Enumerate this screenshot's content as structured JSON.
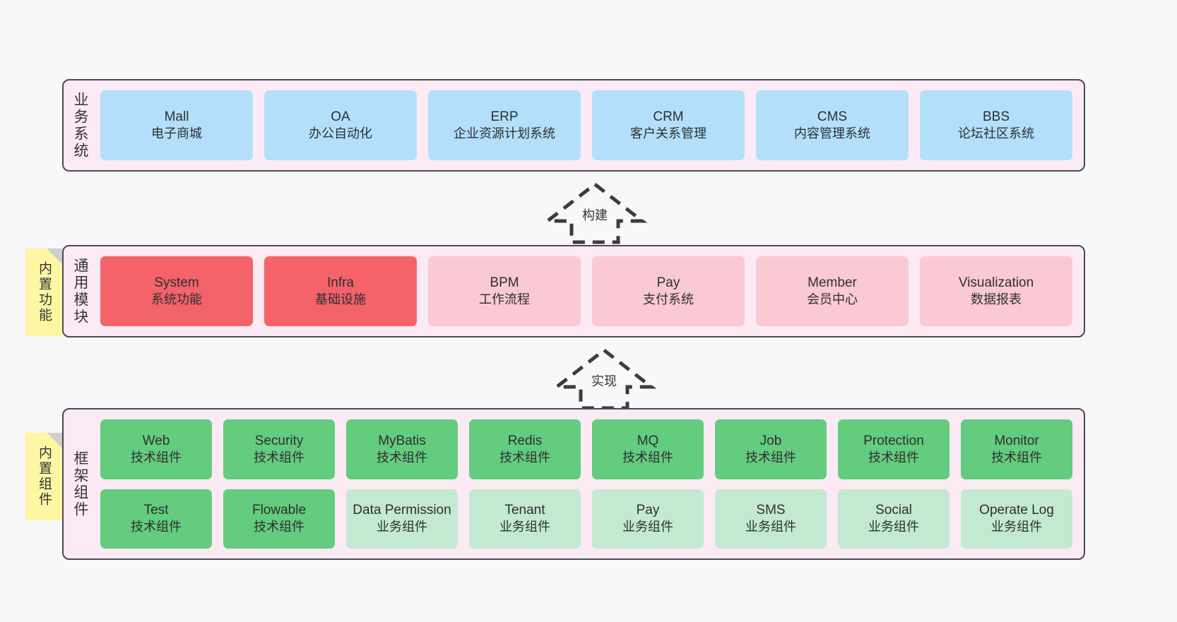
{
  "canvas": {
    "background": "#f8f8f8"
  },
  "palette": {
    "layer_bg": "#fbeaf4",
    "layer_border": "#4a4a52",
    "blue": "#b4dffb",
    "red": "#f4626a",
    "pink": "#fbc9d3",
    "green_dark": "#63cc7e",
    "green_light": "#c3ead0",
    "sticky_yellow": "#fdf6a3",
    "sticky_fold": "#cfcfcf",
    "text": "#2d2f33"
  },
  "layers": [
    {
      "id": "business-systems",
      "title": "业务系统",
      "cells": [
        {
          "en": "Mall",
          "cn": "电子商城",
          "color": "c-blue"
        },
        {
          "en": "OA",
          "cn": "办公自动化",
          "color": "c-blue"
        },
        {
          "en": "ERP",
          "cn": "企业资源计划系统",
          "color": "c-blue"
        },
        {
          "en": "CRM",
          "cn": "客户关系管理",
          "color": "c-blue"
        },
        {
          "en": "CMS",
          "cn": "内容管理系统",
          "color": "c-blue"
        },
        {
          "en": "BBS",
          "cn": "论坛社区系统",
          "color": "c-blue"
        }
      ]
    },
    {
      "id": "common-modules",
      "title": "通用模块",
      "sticky": "内置功能",
      "cells": [
        {
          "en": "System",
          "cn": "系统功能",
          "color": "c-red"
        },
        {
          "en": "Infra",
          "cn": "基础设施",
          "color": "c-red"
        },
        {
          "en": "BPM",
          "cn": "工作流程",
          "color": "c-pink"
        },
        {
          "en": "Pay",
          "cn": "支付系统",
          "color": "c-pink"
        },
        {
          "en": "Member",
          "cn": "会员中心",
          "color": "c-pink"
        },
        {
          "en": "Visualization",
          "cn": "数据报表",
          "color": "c-pink"
        }
      ]
    },
    {
      "id": "framework-components",
      "title": "框架组件",
      "sticky": "内置组件",
      "rows": [
        [
          {
            "en": "Web",
            "cn": "技术组件",
            "color": "c-green-dark"
          },
          {
            "en": "Security",
            "cn": "技术组件",
            "color": "c-green-dark"
          },
          {
            "en": "MyBatis",
            "cn": "技术组件",
            "color": "c-green-dark"
          },
          {
            "en": "Redis",
            "cn": "技术组件",
            "color": "c-green-dark"
          },
          {
            "en": "MQ",
            "cn": "技术组件",
            "color": "c-green-dark"
          },
          {
            "en": "Job",
            "cn": "技术组件",
            "color": "c-green-dark"
          },
          {
            "en": "Protection",
            "cn": "技术组件",
            "color": "c-green-dark"
          },
          {
            "en": "Monitor",
            "cn": "技术组件",
            "color": "c-green-dark"
          }
        ],
        [
          {
            "en": "Test",
            "cn": "技术组件",
            "color": "c-green-dark"
          },
          {
            "en": "Flowable",
            "cn": "技术组件",
            "color": "c-green-dark"
          },
          {
            "en": "Data Permission",
            "cn": "业务组件",
            "color": "c-green-light"
          },
          {
            "en": "Tenant",
            "cn": "业务组件",
            "color": "c-green-light"
          },
          {
            "en": "Pay",
            "cn": "业务组件",
            "color": "c-green-light"
          },
          {
            "en": "SMS",
            "cn": "业务组件",
            "color": "c-green-light"
          },
          {
            "en": "Social",
            "cn": "业务组件",
            "color": "c-green-light"
          },
          {
            "en": "Operate Log",
            "cn": "业务组件",
            "color": "c-green-light"
          }
        ]
      ]
    }
  ],
  "arrows": [
    {
      "id": "build",
      "label": "构建",
      "direction": "up"
    },
    {
      "id": "implement",
      "label": "实现",
      "direction": "up"
    }
  ]
}
